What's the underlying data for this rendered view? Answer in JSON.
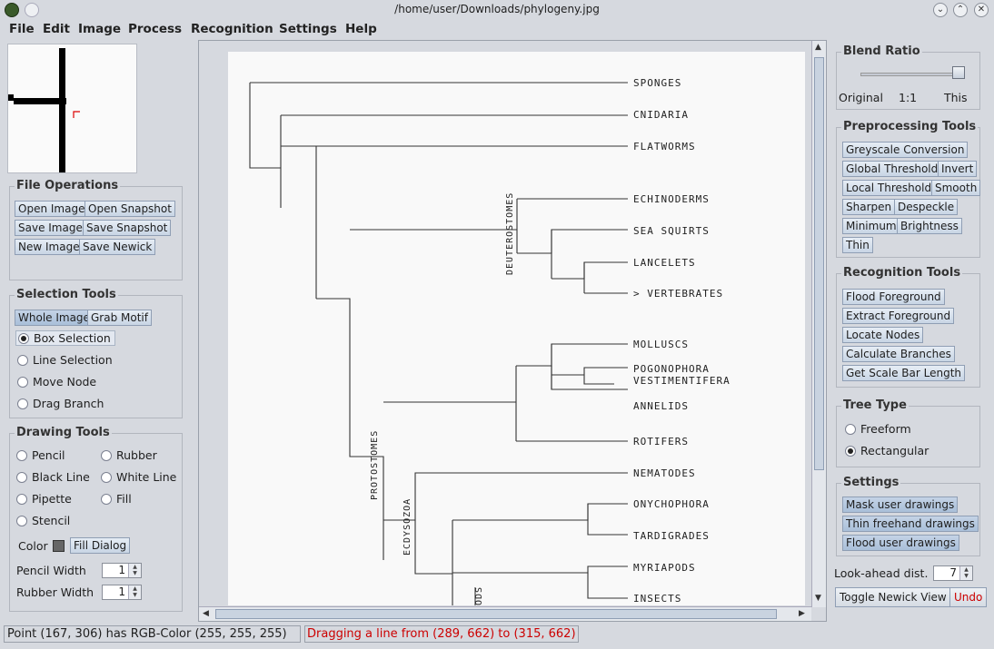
{
  "window": {
    "title": "/home/user/Downloads/phylogeny.jpg"
  },
  "menu": [
    "File",
    "Edit",
    "Image",
    "Process",
    "Recognition",
    "Settings",
    "Help"
  ],
  "file_ops": {
    "title": "File Operations",
    "buttons": [
      "Open Image",
      "Open Snapshot",
      "Save Image",
      "Save Snapshot",
      "New Image",
      "Save Newick"
    ]
  },
  "selection_tools": {
    "title": "Selection Tools",
    "buttons": [
      "Whole Image",
      "Grab Motif"
    ],
    "options": [
      "Box Selection",
      "Line Selection",
      "Move Node",
      "Drag Branch"
    ],
    "selected": "Box Selection"
  },
  "drawing_tools": {
    "title": "Drawing Tools",
    "options": [
      "Pencil",
      "Rubber",
      "Black Line",
      "White Line",
      "Pipette",
      "Fill",
      "Stencil"
    ],
    "color_label": "Color",
    "color_value": "#666666",
    "fill_dialog": "Fill Dialog",
    "pencil_width_label": "Pencil Width",
    "pencil_width": "1",
    "rubber_width_label": "Rubber Width",
    "rubber_width": "1"
  },
  "blend": {
    "title": "Blend Ratio",
    "labels": [
      "Original",
      "1:1",
      "This"
    ],
    "value": 1.0
  },
  "preprocessing": {
    "title": "Preprocessing Tools",
    "buttons": [
      "Greyscale Conversion",
      "Global Threshold",
      "Invert",
      "Local Threshold",
      "Smooth",
      "Sharpen",
      "Despeckle",
      "Minimum",
      "Brightness",
      "Thin"
    ]
  },
  "recognition": {
    "title": "Recognition Tools",
    "buttons": [
      "Flood Foreground",
      "Extract Foreground",
      "Locate Nodes",
      "Calculate Branches",
      "Get Scale Bar Length"
    ]
  },
  "tree_type": {
    "title": "Tree Type",
    "options": [
      "Freeform",
      "Rectangular"
    ],
    "selected": "Rectangular"
  },
  "settings": {
    "title": "Settings",
    "buttons": [
      "Mask user drawings",
      "Thin freehand drawings",
      "Flood user drawings"
    ]
  },
  "lookahead": {
    "label": "Look-ahead dist.",
    "value": "7"
  },
  "bottom_buttons": {
    "toggle": "Toggle Newick View",
    "undo": "Undo"
  },
  "status": {
    "left": "Point (167, 306) has RGB-Color (255, 255, 255)",
    "right": "Dragging a line from (289, 662) to (315, 662)"
  },
  "tree": {
    "tips": [
      "SPONGES",
      "CNIDARIA",
      "FLATWORMS",
      "ECHINODERMS",
      "SEA SQUIRTS",
      "LANCELETS",
      "> VERTEBRATES",
      "MOLLUSCS",
      "POGONOPHORA",
      "VESTIMENTIFERA",
      "ANNELIDS",
      "ROTIFERS",
      "NEMATODES",
      "ONYCHOPHORA",
      "TARDIGRADES",
      "MYRIAPODS",
      "INSECTS"
    ],
    "clades": [
      "DEUTEROSTOMES",
      "PROTOSTOMES",
      "ECDYSOZOA",
      "ODS"
    ]
  }
}
